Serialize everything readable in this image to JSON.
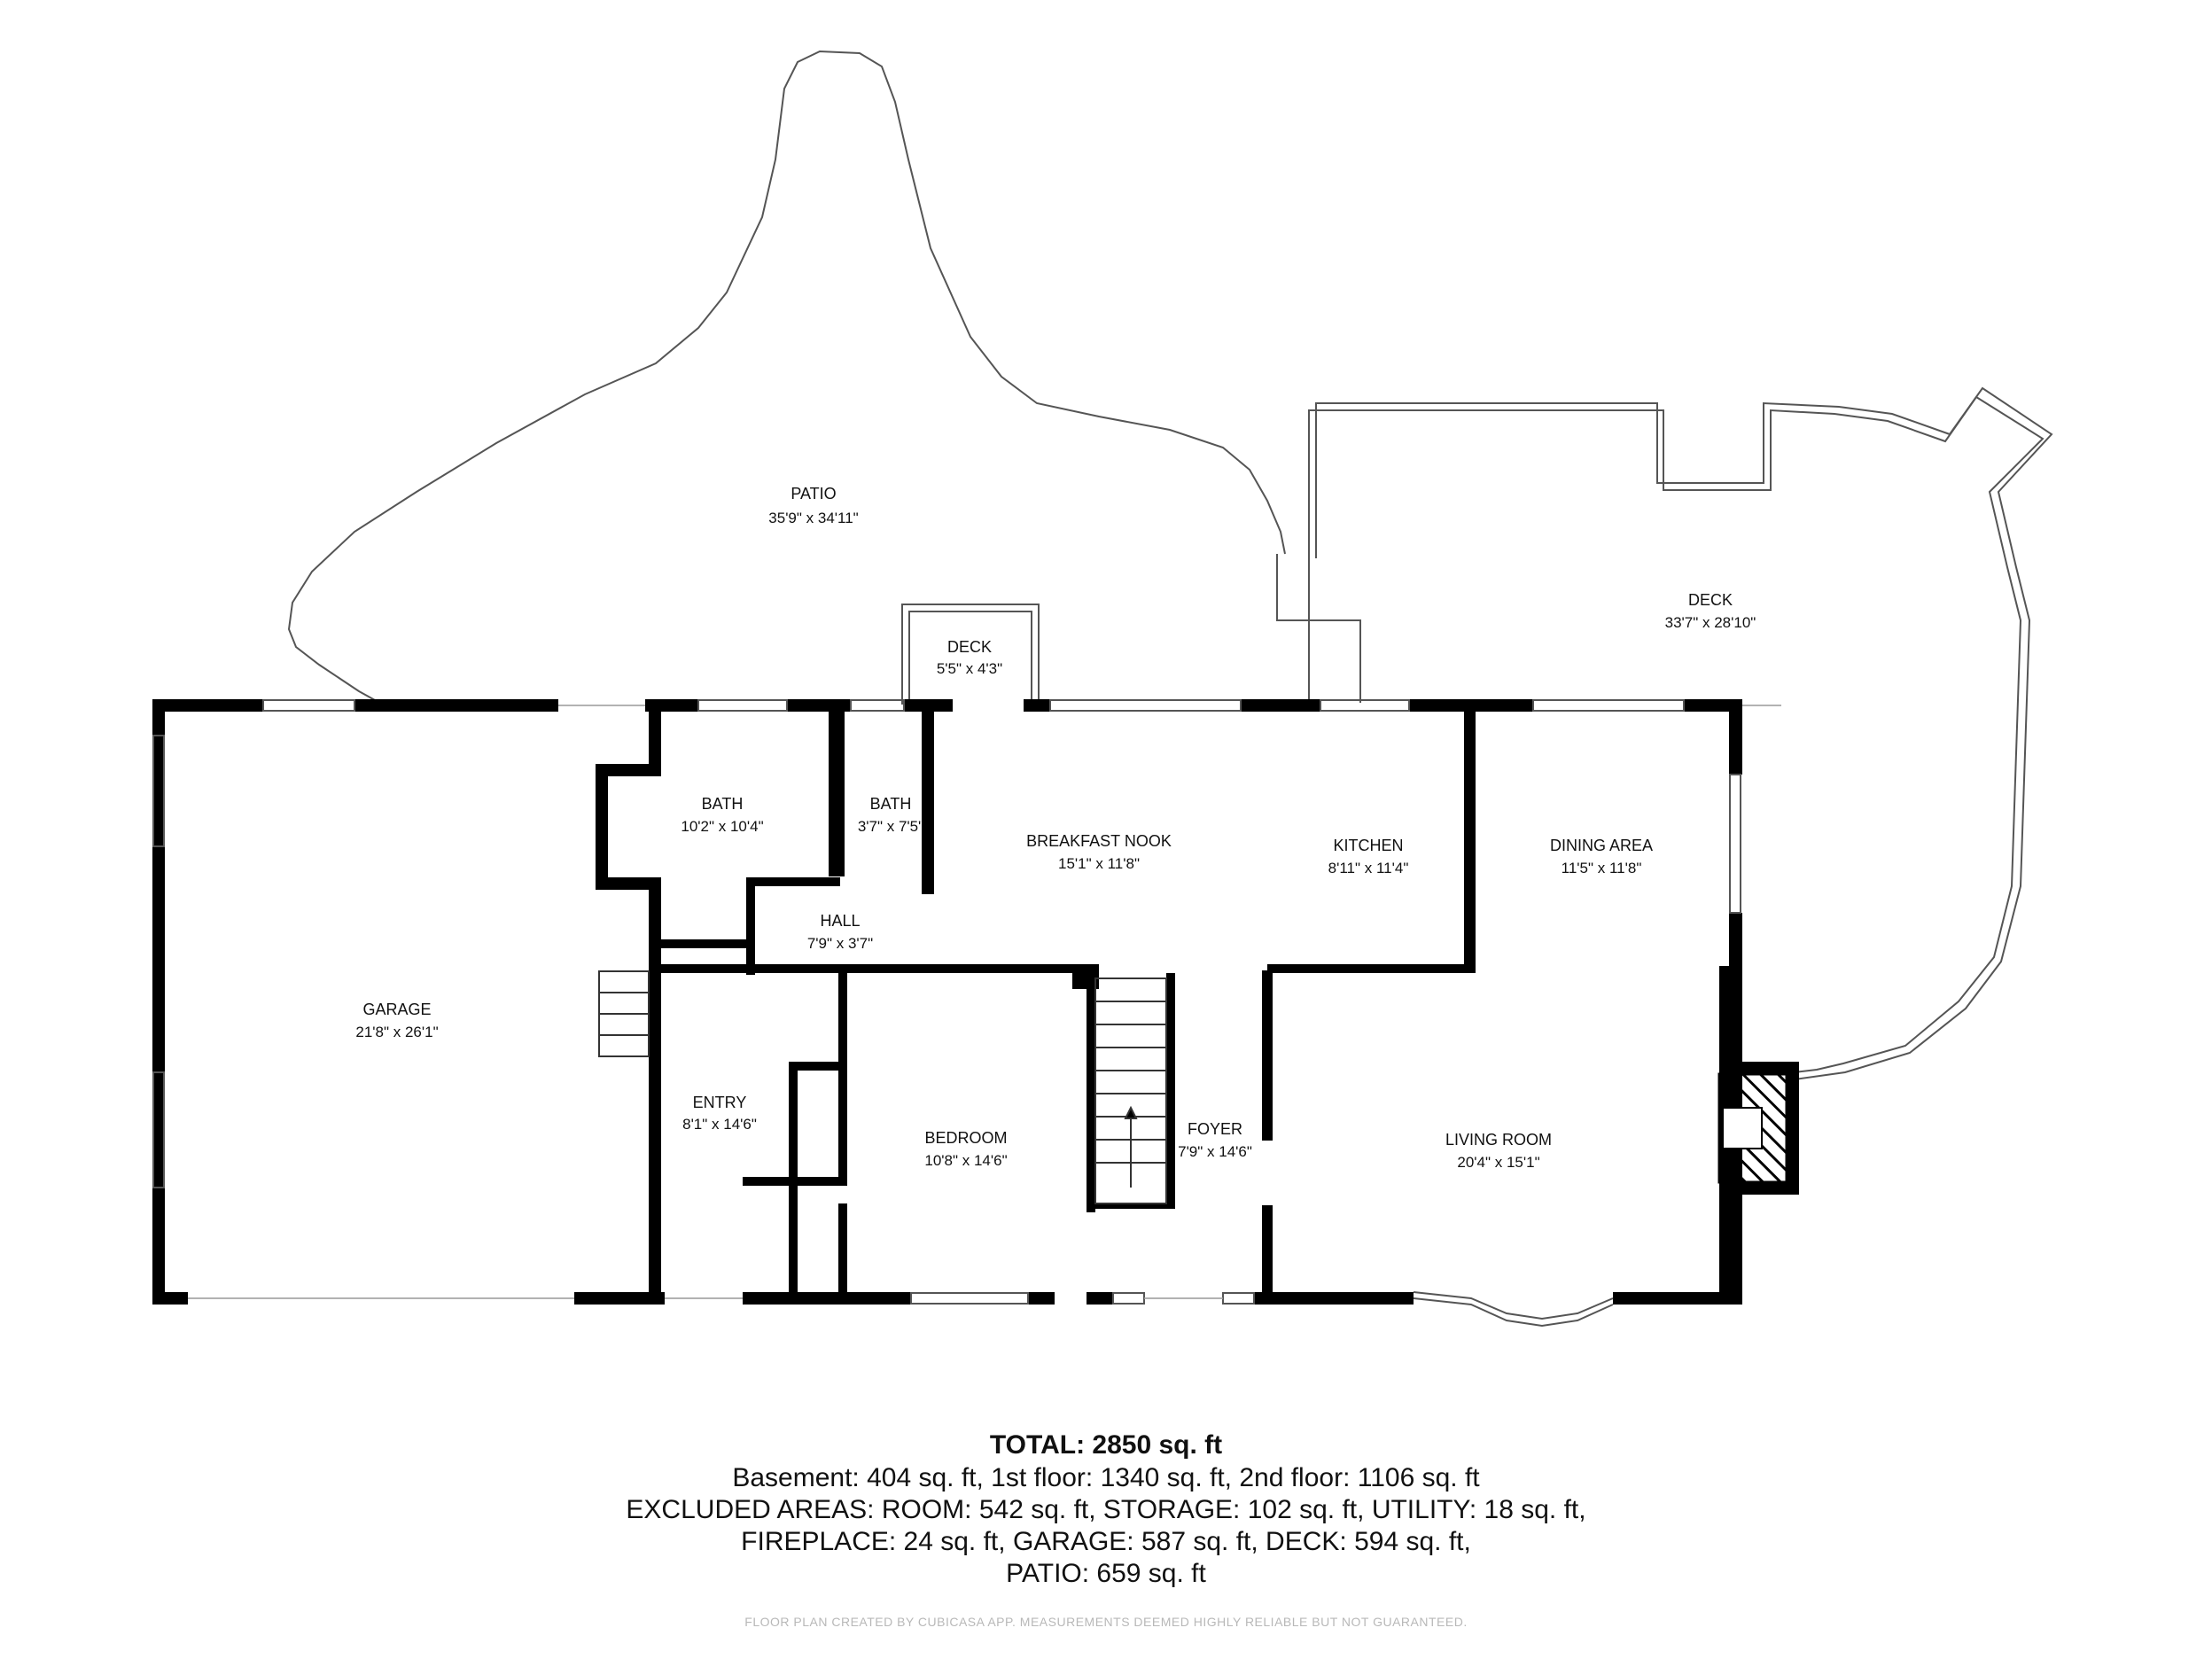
{
  "rooms": {
    "patio": {
      "name": "PATIO",
      "dims": "35'9\" x 34'11\""
    },
    "deck_large": {
      "name": "DECK",
      "dims": "33'7\" x 28'10\""
    },
    "deck_small": {
      "name": "DECK",
      "dims": "5'5\" x 4'3\""
    },
    "bath_1": {
      "name": "BATH",
      "dims": "10'2\" x 10'4\""
    },
    "bath_2": {
      "name": "BATH",
      "dims": "3'7\" x 7'5\""
    },
    "breakfast_nook": {
      "name": "BREAKFAST NOOK",
      "dims": "15'1\" x 11'8\""
    },
    "kitchen": {
      "name": "KITCHEN",
      "dims": "8'11\" x 11'4\""
    },
    "dining_area": {
      "name": "DINING AREA",
      "dims": "11'5\" x 11'8\""
    },
    "hall": {
      "name": "HALL",
      "dims": "7'9\" x 3'7\""
    },
    "garage": {
      "name": "GARAGE",
      "dims": "21'8\" x 26'1\""
    },
    "entry": {
      "name": "ENTRY",
      "dims": "8'1\" x 14'6\""
    },
    "bedroom": {
      "name": "BEDROOM",
      "dims": "10'8\" x 14'6\""
    },
    "foyer": {
      "name": "FOYER",
      "dims": "7'9\" x 14'6\""
    },
    "living_room": {
      "name": "LIVING ROOM",
      "dims": "20'4\" x 15'1\""
    }
  },
  "summary": {
    "total": "TOTAL: 2850 sq. ft",
    "line1": "Basement: 404 sq. ft, 1st floor: 1340 sq. ft, 2nd floor: 1106 sq. ft",
    "line2": "EXCLUDED AREAS: ROOM: 542 sq. ft, STORAGE: 102 sq. ft, UTILITY: 18 sq. ft,",
    "line3": "FIREPLACE: 24 sq. ft, GARAGE: 587 sq. ft, DECK: 594 sq. ft,",
    "line4": "PATIO: 659 sq. ft"
  },
  "footer": "FLOOR PLAN CREATED BY CUBICASA APP. MEASUREMENTS DEEMED HIGHLY RELIABLE BUT NOT GUARANTEED.",
  "colors": {
    "wall": "#000000",
    "outline": "#555555",
    "hatch": "#000000",
    "background": "#ffffff"
  }
}
